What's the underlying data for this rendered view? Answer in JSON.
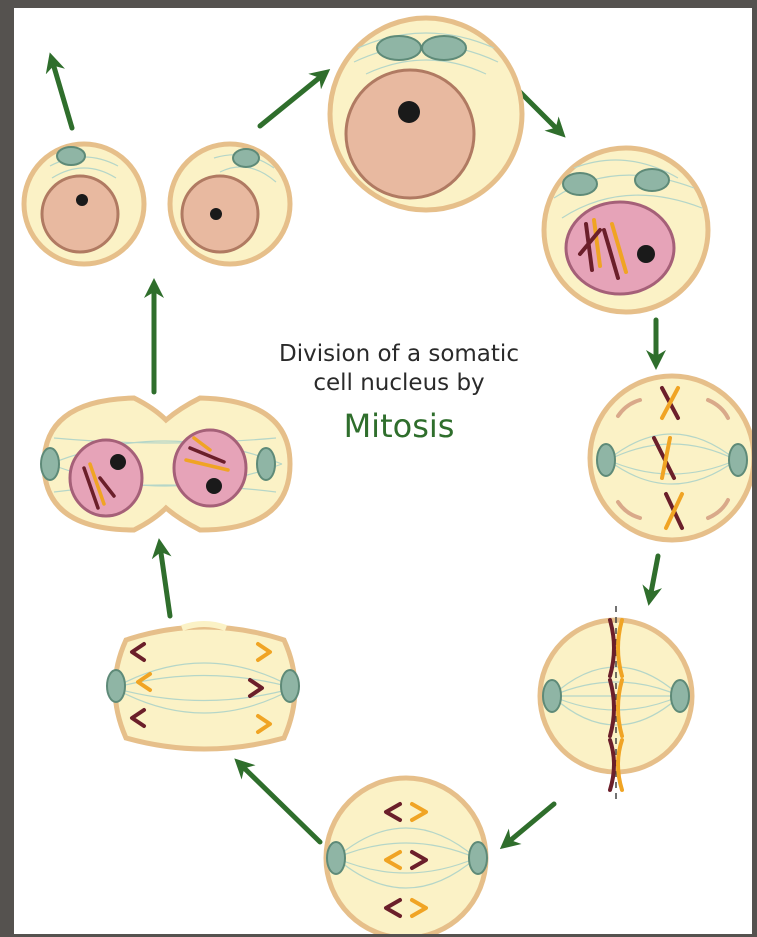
{
  "diagram": {
    "caption": {
      "line1": "Division of a somatic",
      "line2": "cell nucleus by",
      "line3": "Mitosis"
    },
    "colors": {
      "cytoplasm": "#fbf2c6",
      "membrane": "#e6bf8a",
      "nucleus_interphase": "#e8b9a0",
      "nucleus_prophase": "#e6a3b8",
      "arrow": "#2f6e2c",
      "centrosome": "#6e9a8a",
      "chromosome_dark": "#6b1f2a",
      "chromosome_light": "#f0a424",
      "spindle": "#b5d6c8"
    },
    "stages": [
      {
        "name": "interphase-cell"
      },
      {
        "name": "prophase-cell"
      },
      {
        "name": "prometaphase-cell"
      },
      {
        "name": "metaphase-cell"
      },
      {
        "name": "anaphase-cell"
      },
      {
        "name": "early-telophase-cell"
      },
      {
        "name": "telophase-cell"
      },
      {
        "name": "daughter-cell-right"
      },
      {
        "name": "daughter-cell-left"
      }
    ]
  }
}
